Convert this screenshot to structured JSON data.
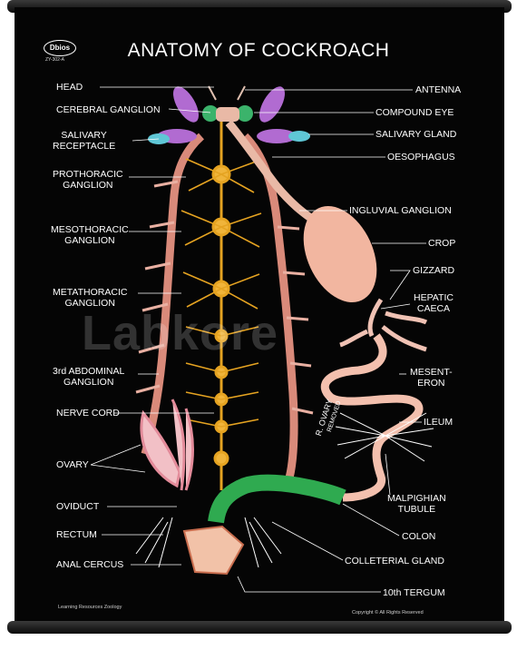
{
  "title": "ANATOMY OF COCKROACH",
  "logo": {
    "brand": "Dbios",
    "code": "ZY-302-A"
  },
  "watermark": "Labkore",
  "labels": {
    "head": "HEAD",
    "cerebral_ganglion": "CEREBRAL GANGLION",
    "salivary_receptacle": "SALIVARY\nRECEPTACLE",
    "prothoracic_ganglion": "PROTHORACIC\nGANGLION",
    "mesothoracic_ganglion": "MESOTHORACIC\nGANGLION",
    "metathoracic_ganglion": "METATHORACIC\nGANGLION",
    "third_abdominal_ganglion": "3rd ABDOMINAL\nGANGLION",
    "nerve_cord": "NERVE CORD",
    "ovary": "OVARY",
    "oviduct": "OVIDUCT",
    "rectum": "RECTUM",
    "anal_cercus": "ANAL CERCUS",
    "antenna": "ANTENNA",
    "compound_eye": "COMPOUND EYE",
    "salivary_gland": "SALIVARY GLAND",
    "oesophagus": "OESOPHAGUS",
    "ingluvial_ganglion": "INGLUVIAL GANGLION",
    "crop": "CROP",
    "gizzard": "GIZZARD",
    "hepatic_caeca": "HEPATIC\nCAECA",
    "mesenteron": "MESENT-\nERON",
    "ileum": "ILEUM",
    "r_ovary_removed": "R. OVARY",
    "removed": "REMOVED",
    "malpighian_tubule": "MALPIGHIAN\nTUBULE",
    "colon": "COLON",
    "colleterial_gland": "COLLETERIAL GLAND",
    "tenth_tergum": "10th TERGUM"
  },
  "footer": {
    "left": "Learning Resources Zoology",
    "right": "Copyright © All Rights Reserved"
  }
}
